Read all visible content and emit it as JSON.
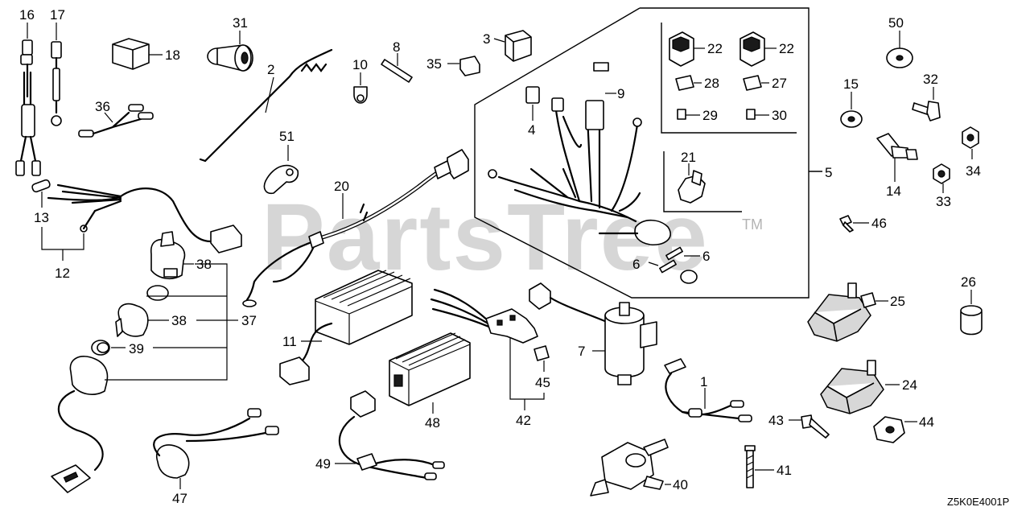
{
  "watermark": {
    "text": "PartsTree",
    "trademark": "TM"
  },
  "diagram_code": "Z5K0E4001P",
  "callouts": {
    "c1": "1",
    "c2": "2",
    "c3": "3",
    "c4": "4",
    "c5": "5",
    "c6a": "6",
    "c6b": "6",
    "c7": "7",
    "c8": "8",
    "c9": "9",
    "c10": "10",
    "c11": "11",
    "c12": "12",
    "c13": "13",
    "c14": "14",
    "c15": "15",
    "c16": "16",
    "c17": "17",
    "c18": "18",
    "c20": "20",
    "c21": "21",
    "c22a": "22",
    "c22b": "22",
    "c24": "24",
    "c25": "25",
    "c26": "26",
    "c27": "27",
    "c28": "28",
    "c29": "29",
    "c30": "30",
    "c31": "31",
    "c32": "32",
    "c33": "33",
    "c34": "34",
    "c35": "35",
    "c36": "36",
    "c37": "37",
    "c38a": "38",
    "c38b": "38",
    "c39": "39",
    "c40": "40",
    "c41": "41",
    "c42": "42",
    "c43": "43",
    "c44": "44",
    "c45": "45",
    "c46": "46",
    "c47": "47",
    "c48": "48",
    "c49": "49",
    "c50": "50",
    "c51": "51"
  }
}
